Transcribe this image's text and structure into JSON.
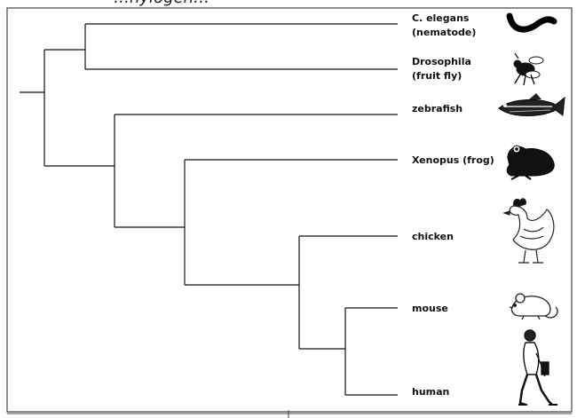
{
  "header": {
    "partial_text": "…hylogen…"
  },
  "tree": {
    "leaves": [
      {
        "id": "celegans",
        "line1": "C. elegans",
        "line2": "(nematode)",
        "icon": "worm-icon"
      },
      {
        "id": "drosophila",
        "line1": "Drosophila",
        "line2": "(fruit fly)",
        "icon": "fly-icon"
      },
      {
        "id": "zebrafish",
        "line1": "zebrafish",
        "line2": "",
        "icon": "fish-icon"
      },
      {
        "id": "xenopus",
        "line1": "Xenopus (frog)",
        "line2": "",
        "icon": "frog-icon"
      },
      {
        "id": "chicken",
        "line1": "chicken",
        "line2": "",
        "icon": "chicken-icon"
      },
      {
        "id": "mouse",
        "line1": "mouse",
        "line2": "",
        "icon": "mouse-icon"
      },
      {
        "id": "human",
        "line1": "human",
        "line2": "",
        "icon": "human-icon"
      }
    ]
  }
}
